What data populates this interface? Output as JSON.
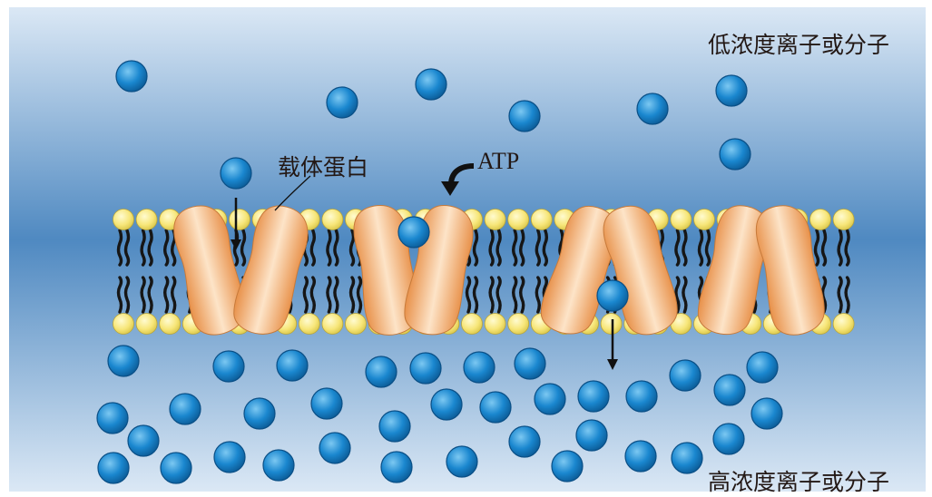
{
  "labels": {
    "low_concentration": "低浓度离子或分子",
    "high_concentration": "高浓度离子或分子",
    "carrier_protein": "载体蛋白",
    "atp": "ATP"
  },
  "colors": {
    "background_top": "#d8e6f4",
    "background_mid": "#4f88c0",
    "background_bottom": "#d8e6f4",
    "molecule": "#1a87cf",
    "protein": "#f0a868",
    "lipid_head": "#f7e87a",
    "lipid_tail": "#1a1a1a",
    "arrow": "#111111"
  },
  "icons": [
    "molecule-icon",
    "carrier-protein-icon",
    "phospholipid-icon",
    "arrow-icon"
  ]
}
